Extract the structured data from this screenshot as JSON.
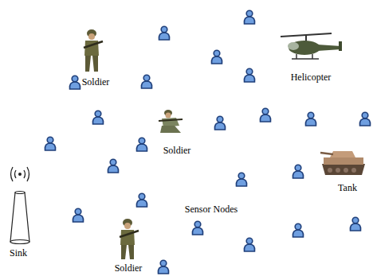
{
  "diagram": {
    "labels": [
      "Soldier",
      "Helicopter",
      "Soldier",
      "Tank",
      "Sensor Nodes",
      "Sink",
      "Soldier"
    ]
  }
}
